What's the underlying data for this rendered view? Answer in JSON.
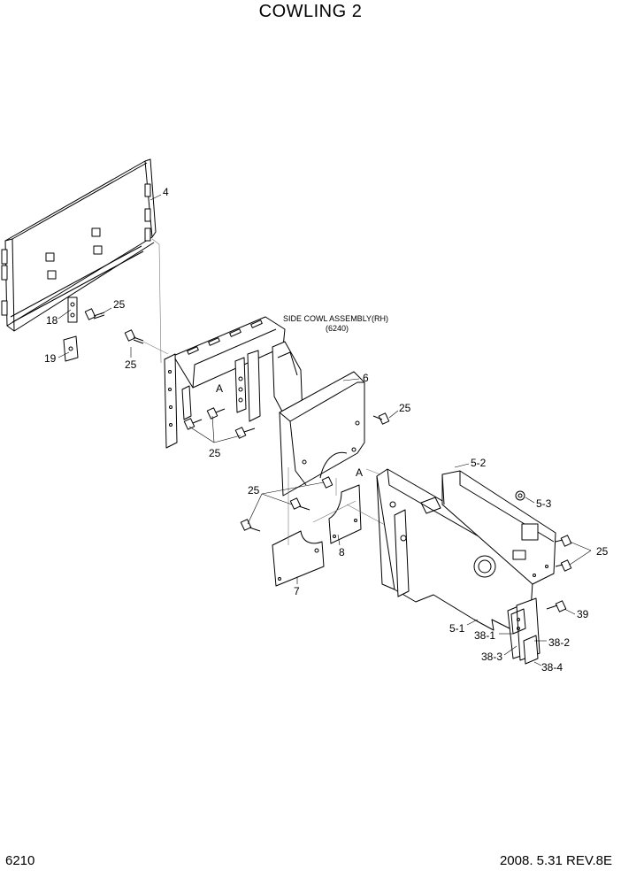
{
  "title": "COWLING 2",
  "page_number": "6210",
  "revision": "2008. 5.31  REV.8E",
  "callouts": {
    "side_cowl_line1": "SIDE COWL ASSEMBLY(RH)",
    "side_cowl_line2": "(6240)",
    "ref_a1": "A",
    "ref_a2": "A"
  },
  "parts": {
    "p4": "4",
    "p25_a": "25",
    "p18": "18",
    "p19": "19",
    "p25_b": "25",
    "p6": "6",
    "p25_c": "25",
    "p25_d": "25",
    "p25_e": "25",
    "p5_2": "5-2",
    "p5_3": "5-3",
    "p25_f": "25",
    "p8": "8",
    "p7": "7",
    "p39": "39",
    "p5_1": "5-1",
    "p38_1": "38-1",
    "p38_2": "38-2",
    "p38_3": "38-3",
    "p38_4": "38-4"
  }
}
